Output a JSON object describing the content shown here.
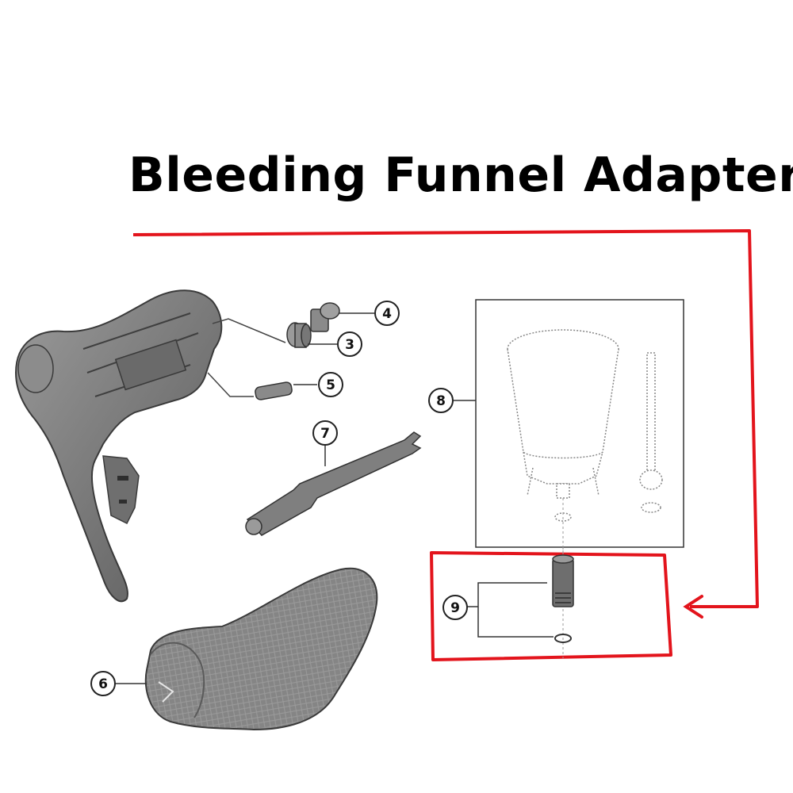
{
  "title": "Bleeding Funnel Adapter",
  "callouts": [
    {
      "id": "c3",
      "label": "3"
    },
    {
      "id": "c4",
      "label": "4"
    },
    {
      "id": "c5",
      "label": "5"
    },
    {
      "id": "c6",
      "label": "6"
    },
    {
      "id": "c7",
      "label": "7"
    },
    {
      "id": "c8",
      "label": "8"
    },
    {
      "id": "c9",
      "label": "9"
    }
  ],
  "colors": {
    "highlight": "#e3141c",
    "part_fill": "#7a7a7a",
    "part_dark": "#4a4a4a",
    "line": "#333333"
  },
  "icons": [
    "brake-lever-icon",
    "hood-cover-icon",
    "bleed-block-icon",
    "funnel-icon",
    "bolt-icon",
    "washer-icon",
    "pin-icon"
  ]
}
